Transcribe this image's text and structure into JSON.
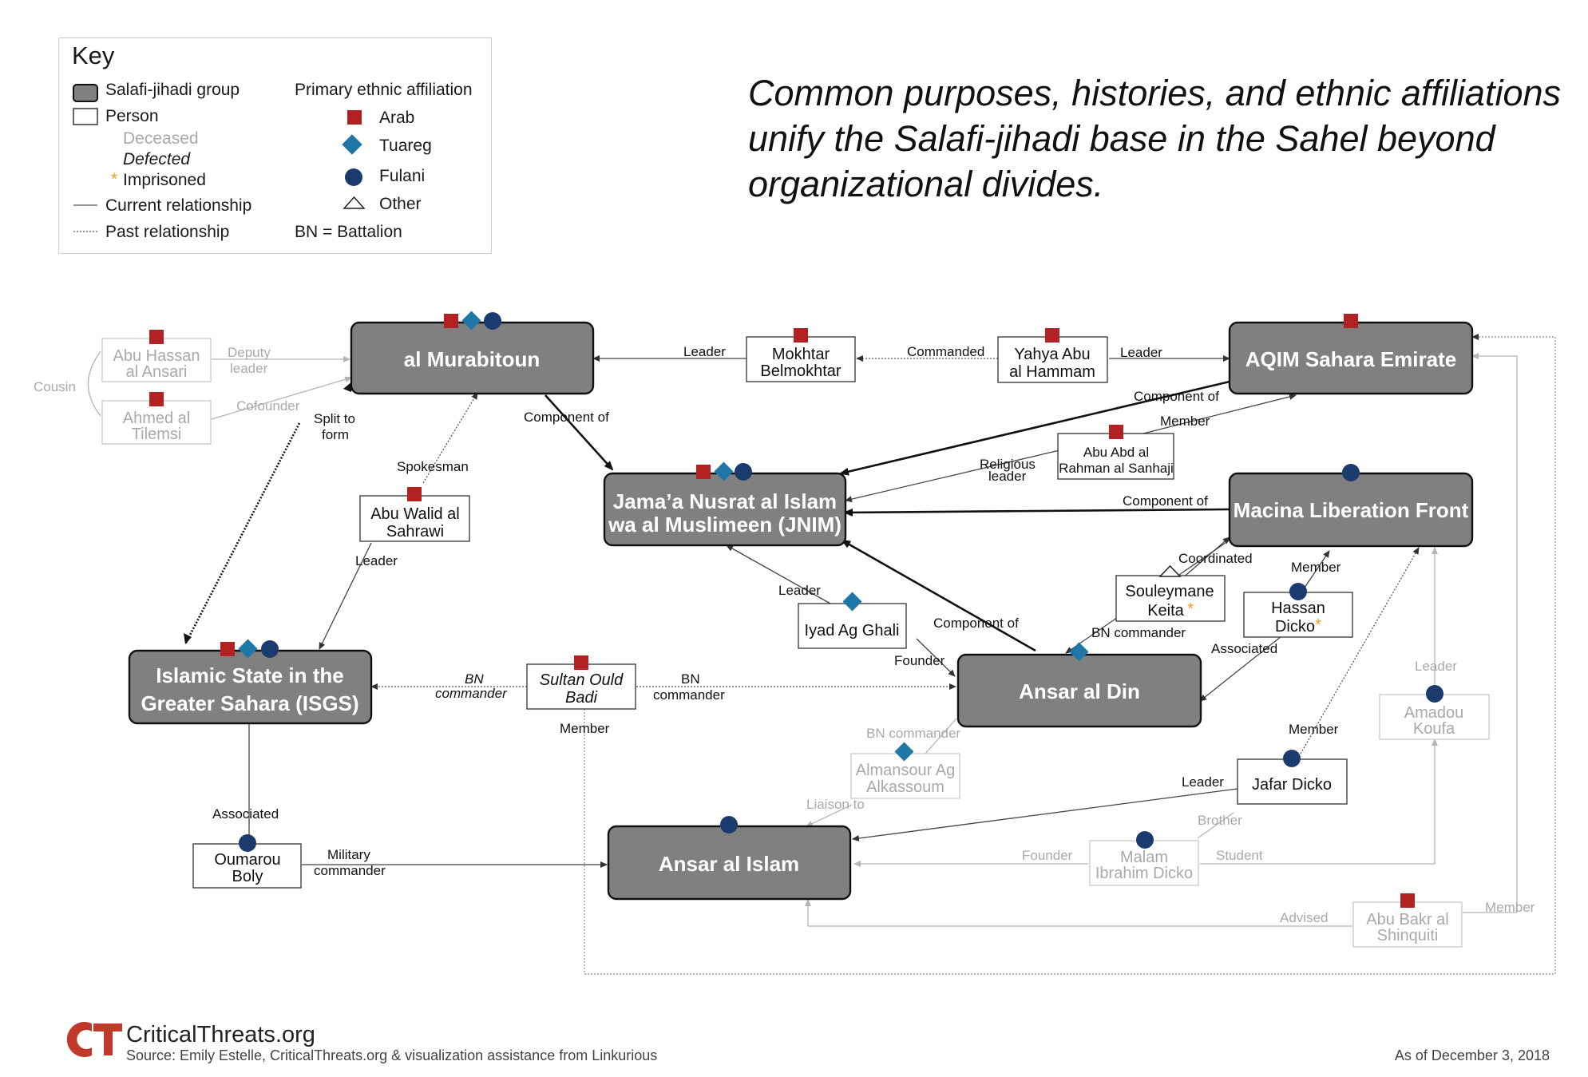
{
  "title": "Common purposes, histories, and ethnic affiliations unify the Salafi-jihadi base in the Sahel beyond organizational divides.",
  "colors": {
    "arab": "#b22222",
    "tuareg": "#1f77a8",
    "fulani": "#1b3b6f",
    "group_fill": "#808080",
    "inactive": "#b5b5b5"
  },
  "key": {
    "title": "Key",
    "group": "Salafi-jihadi group",
    "person": "Person",
    "deceased": "Deceased",
    "defected": "Defected",
    "imprisoned_mark": "*",
    "imprisoned": "Imprisoned",
    "current": "Current relationship",
    "past": "Past relationship",
    "ethnic_heading": "Primary ethnic affiliation",
    "arab": "Arab",
    "tuareg": "Tuareg",
    "fulani": "Fulani",
    "other": "Other",
    "bn": "BN = Battalion"
  },
  "groups": {
    "murabitoun": "al Murabitoun",
    "aqim": "AQIM Sahara Emirate",
    "jnim_1": "Jama’a Nusrat al Islam",
    "jnim_2": "wa al Muslimeen (JNIM)",
    "macina": "Macina Liberation Front",
    "isgs_1": "Islamic State in the",
    "isgs_2": "Greater Sahara (ISGS)",
    "ansar_din": "Ansar al Din",
    "ansar_islam": "Ansar al Islam"
  },
  "persons": {
    "abu_hassan": [
      "Abu Hassan",
      "al Ansari"
    ],
    "ahmed": [
      "Ahmed al",
      "Tilemsi"
    ],
    "mokhtar": [
      "Mokhtar",
      "Belmokhtar"
    ],
    "yahya": [
      "Yahya Abu",
      "al Hammam"
    ],
    "abu_abd": [
      "Abu Abd al",
      "Rahman al Sanhaji"
    ],
    "abu_walid": [
      "Abu Walid al",
      "Sahrawi"
    ],
    "souleymane": [
      "Souleymane",
      "Keita"
    ],
    "hassan": [
      "Hassan",
      "Dicko"
    ],
    "iyad": [
      "Iyad Ag Ghali"
    ],
    "sultan": [
      "Sultan Ould",
      "Badi"
    ],
    "almansour": [
      "Almansour Ag",
      "Alkassoum"
    ],
    "amadou": [
      "Amadou",
      "Koufa"
    ],
    "jafar": [
      "Jafar Dicko"
    ],
    "oumarou": [
      "Oumarou",
      "Boly"
    ],
    "malam": [
      "Malam",
      "Ibrahim Dicko"
    ],
    "abu_bakr": [
      "Abu Bakr al",
      "Shinquiti"
    ]
  },
  "edge_labels": {
    "cousin": "Cousin",
    "deputy_leader": [
      "Deputy",
      "leader"
    ],
    "cofounder": "Cofounder",
    "leader_mb": "Leader",
    "commanded": "Commanded",
    "leader_aqim": "Leader",
    "component_aqim": "Component of",
    "member_abd": "Member",
    "religious_leader": [
      "Religious",
      "leader"
    ],
    "component_macina": "Component of",
    "split_to_form": [
      "Split to",
      "form"
    ],
    "component_murab": "Component of",
    "spokesman": "Spokesman",
    "leader_walid": "Leader",
    "coordinated": "Coordinated",
    "member_hassan": "Member",
    "bn_commander_keita": "BN commander",
    "associated_hassan": "Associated",
    "leader_iyad": "Leader",
    "component_ad": "Component of",
    "founder_iyad": "Founder",
    "bn_commander_isgs": [
      "BN",
      "commander"
    ],
    "bn_commander_ad": [
      "BN",
      "commander"
    ],
    "member_sultan": "Member",
    "bn_commander_alm": "BN commander",
    "leader_amadou": "Leader",
    "member_jafar": "Member",
    "liaison": "Liaison to",
    "leader_jafar": "Leader",
    "brother": "Brother",
    "associated_oumarou": "Associated",
    "military_commander": [
      "Military",
      "commander"
    ],
    "founder_malam": "Founder",
    "student": "Student",
    "advised": "Advised",
    "member_abubakr": "Member"
  },
  "footer": {
    "brand": "CriticalThreats.org",
    "source": "Source: Emily Estelle, CriticalThreats.org & visualization assistance from Linkurious",
    "date": "As of December 3, 2018"
  }
}
